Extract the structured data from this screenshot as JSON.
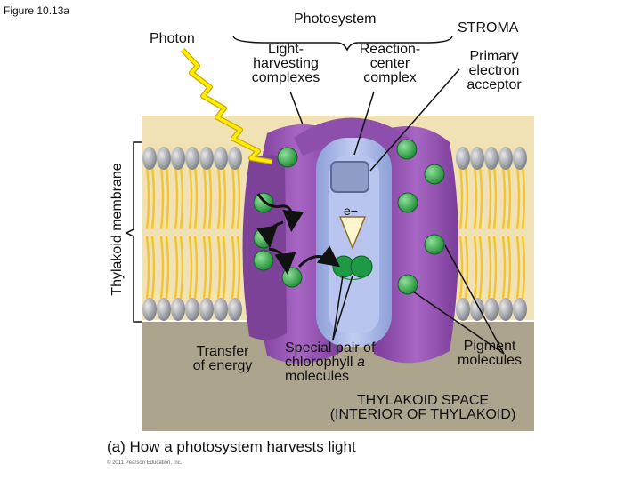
{
  "figure_number": "Figure 10.13a",
  "labels": {
    "photosystem": "Photosystem",
    "stroma": "STROMA",
    "photon": "Photon",
    "light_harvesting": [
      "Light-",
      "harvesting",
      "complexes"
    ],
    "reaction_center": [
      "Reaction-",
      "center",
      "complex"
    ],
    "primary_acceptor": [
      "Primary",
      "electron",
      "acceptor"
    ],
    "thylakoid_membrane": "Thylakoid membrane",
    "electron": "e−",
    "transfer": [
      "Transfer",
      "of energy"
    ],
    "special_pair": [
      "Special pair of",
      "chlorophyll",
      "a",
      "molecules"
    ],
    "pigment": [
      "Pigment",
      "molecules"
    ],
    "thylakoid_space": [
      "THYLAKOID SPACE",
      "(INTERIOR OF THYLAKOID)"
    ],
    "caption": "(a) How a photosystem harvests light",
    "copyright": "© 2011 Pearson Education, Inc."
  },
  "colors": {
    "stroma_bg": "#f1e2b5",
    "thylakoid_space_bg": "#ada48e",
    "lipid_head": "#9a9da2",
    "lipid_tail": "#f4c430",
    "antenna_purple": "#8e51ad",
    "reaction_center_blue": "#aab8e6",
    "chlorophyll_green": "#2fa64a",
    "photon_yellow": "#ffee00"
  }
}
